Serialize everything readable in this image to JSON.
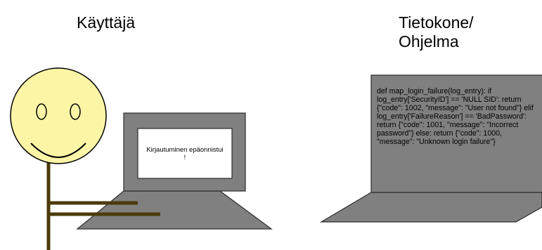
{
  "labels": {
    "user": "Käyttäjä",
    "computer_line1": "Tietokone/",
    "computer_line2": "Ohjelma"
  },
  "user_laptop": {
    "message": "Kirjautuminen epäonnistui !"
  },
  "program_code": "def map_login_failure(log_entry): if log_entry['SecurityID'] == 'NULL SID': return {\"code\": 1002, \"message\": \"User not found\"} elif log_entry['FailureReason'] == 'BadPassword': return {\"code\": 1001, \"message\": \"Incorrect password\"} else: return {\"code\": 1000, \"message\": \"Unknown login failure\"}",
  "colors": {
    "face_fill": "#fdf5a6",
    "face_stroke": "#000000",
    "body_stroke": "#4a3b0a",
    "laptop_fill": "#808080",
    "laptop_stroke": "#2c2c2c",
    "screen_fill": "#ffffff",
    "program_fill": "#808080"
  },
  "icons": {
    "user": "smiley-stick-figure-icon",
    "user_laptop": "laptop-icon",
    "program_laptop": "laptop-icon"
  }
}
